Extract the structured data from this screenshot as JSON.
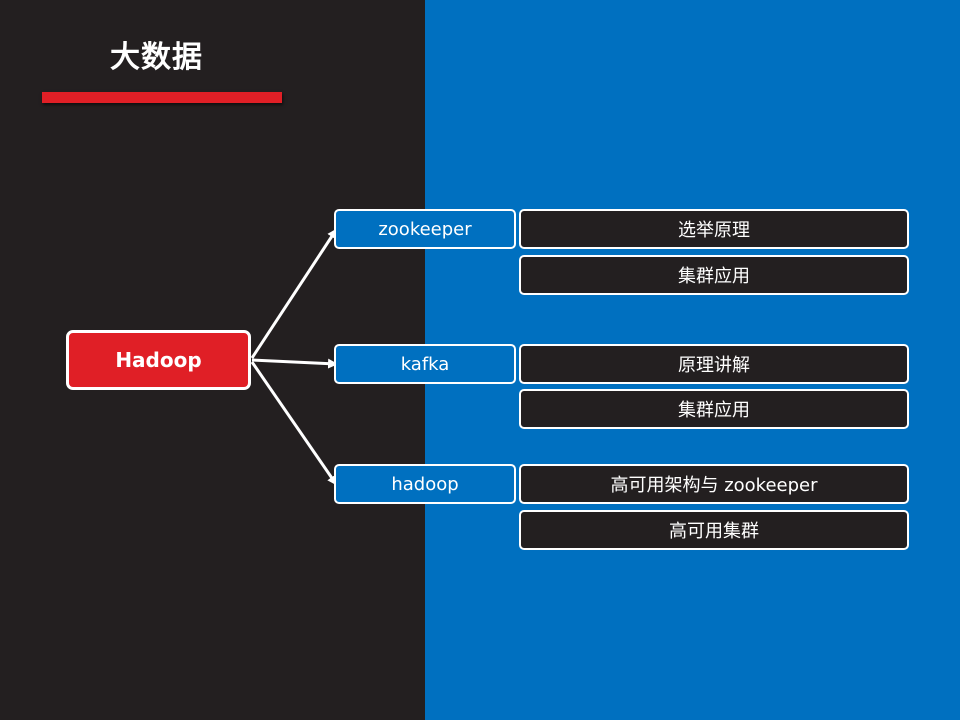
{
  "title": "大数据",
  "colors": {
    "accent": "#e01f26",
    "dark": "#231f20",
    "blue": "#0070c0"
  },
  "root": "Hadoop",
  "topics": [
    {
      "label": "zookeeper",
      "items": [
        "选举原理",
        "集群应用"
      ]
    },
    {
      "label": "kafka",
      "items": [
        "原理讲解",
        "集群应用"
      ]
    },
    {
      "label": "hadoop",
      "items": [
        "高可用架构与 zookeeper",
        "高可用集群"
      ]
    }
  ]
}
